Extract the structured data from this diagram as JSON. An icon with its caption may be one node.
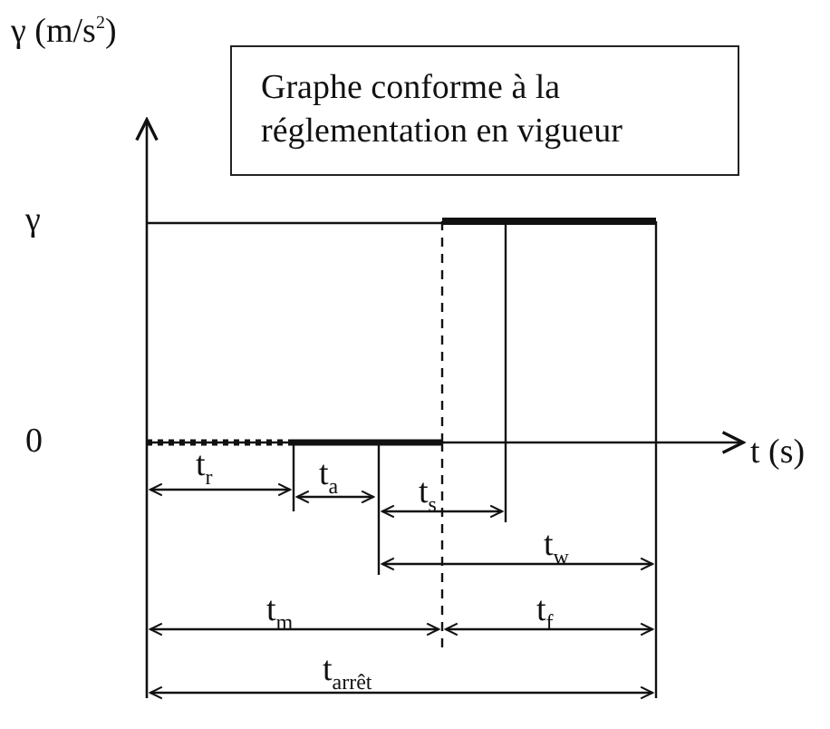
{
  "diagram": {
    "nodes": [
      {
        "text": [
          "Graphe conforme à la réglementation en vigueur"
        ]
      }
    ],
    "edges": [],
    "labels": [
      "γ (m/s$^{2}$)",
      "γ",
      "0",
      "t (s)",
      "t$_{r}$",
      "t$_{a}$",
      "t$_{s}$",
      "t$_{w}$",
      "t$_{m}$",
      "t$_{f}$",
      "t$_{arrêt}$"
    ]
  }
}
